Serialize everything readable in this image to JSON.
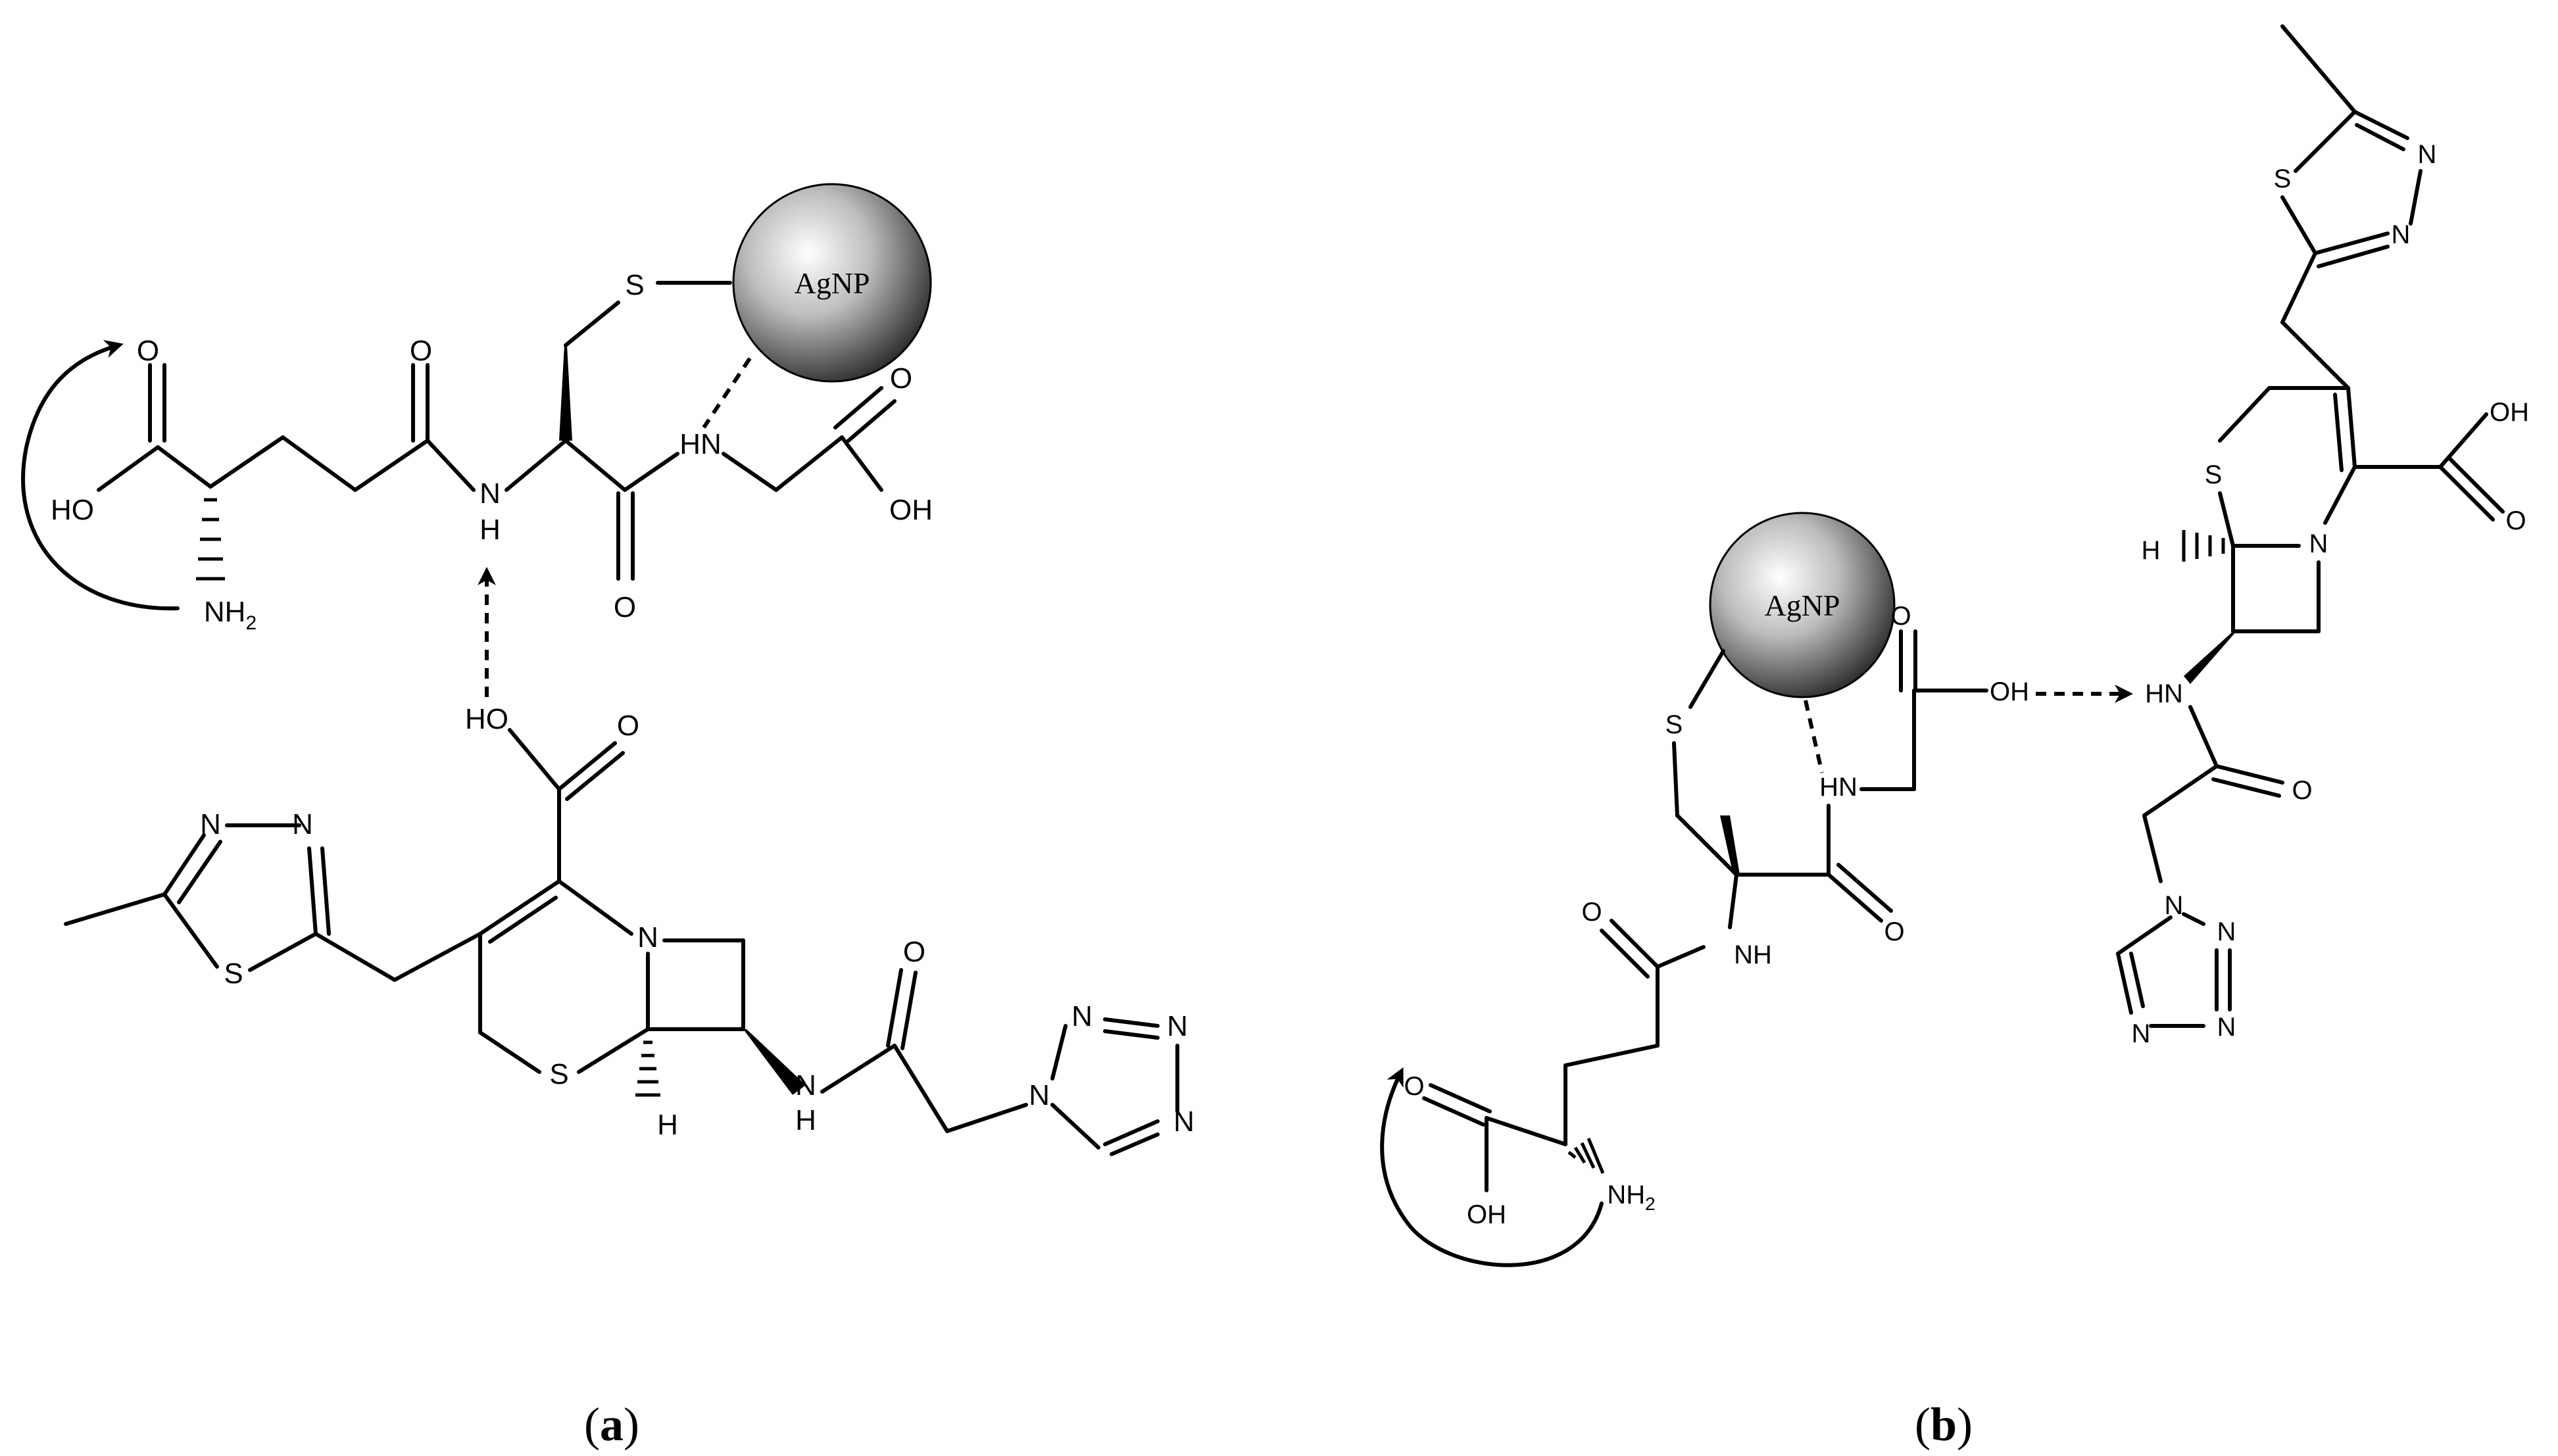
{
  "panels": {
    "a": {
      "label_open": "(",
      "label_letter": "a",
      "label_close": ")"
    },
    "b": {
      "label_open": "(",
      "label_letter": "b",
      "label_close": ")"
    }
  },
  "nanoparticle": {
    "label": "AgNP"
  },
  "atoms": {
    "O": "O",
    "HO": "HO",
    "OH": "OH",
    "NH2": "NH",
    "sub2": "2",
    "N": "N",
    "H": "H",
    "HN": "HN",
    "S": "S"
  }
}
